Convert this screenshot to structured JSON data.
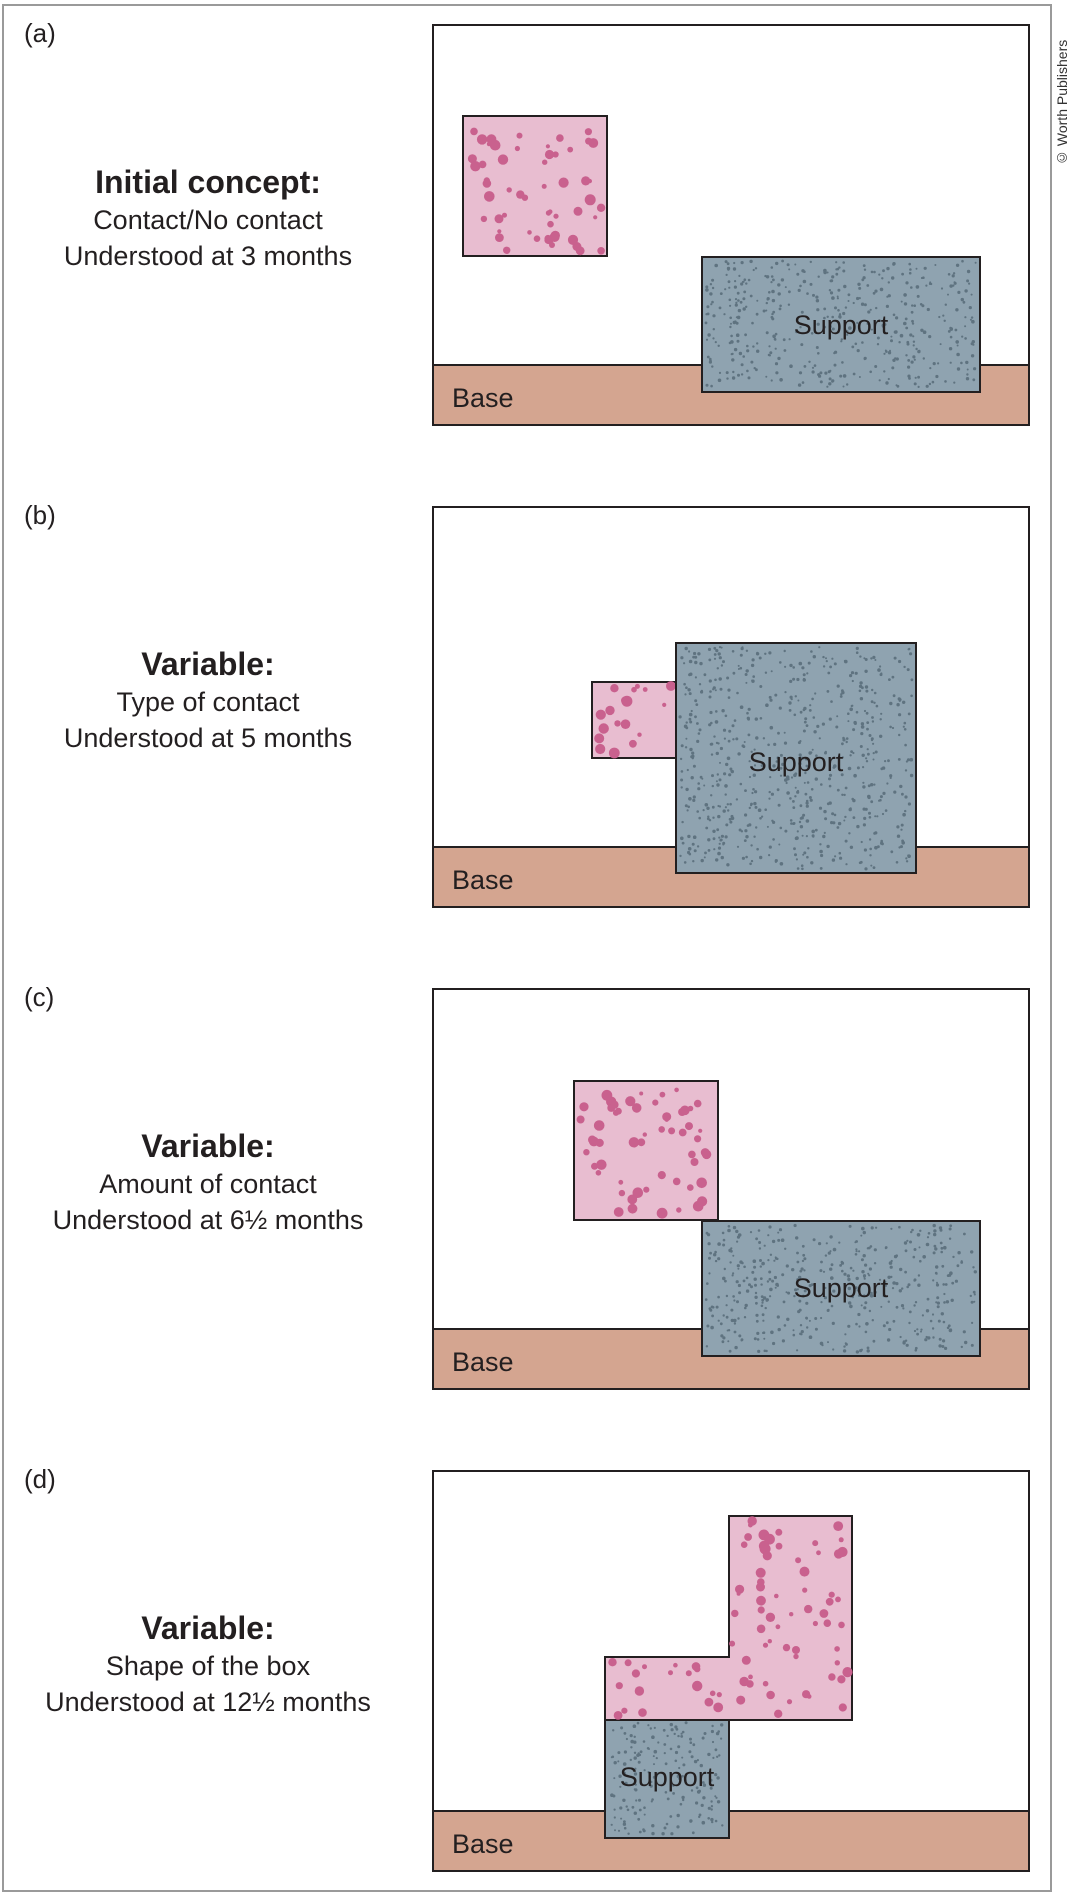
{
  "credit": "© Worth Publishers",
  "panels": [
    {
      "letter": "(a)",
      "heading": "Initial concept:",
      "line1": "Contact/No contact",
      "line2": "Understood at 3 months",
      "support_label": "Support",
      "base_label": "Base"
    },
    {
      "letter": "(b)",
      "heading": "Variable:",
      "line1": "Type of contact",
      "line2": "Understood at 5 months",
      "support_label": "Support",
      "base_label": "Base"
    },
    {
      "letter": "(c)",
      "heading": "Variable:",
      "line1": "Amount of contact",
      "line2": "Understood at 6½ months",
      "support_label": "Support",
      "base_label": "Base"
    },
    {
      "letter": "(d)",
      "heading": "Variable:",
      "line1": "Shape of the box",
      "line2": "Understood at 12½ months",
      "support_label": "Support",
      "base_label": "Base"
    }
  ],
  "colors": {
    "box_fill": "#e8bdd0",
    "box_dots": "#c9618e",
    "support_fill": "#8fa3b0",
    "support_dots": "#5f7380",
    "base_fill": "#d4a590",
    "outline": "#231f20"
  }
}
